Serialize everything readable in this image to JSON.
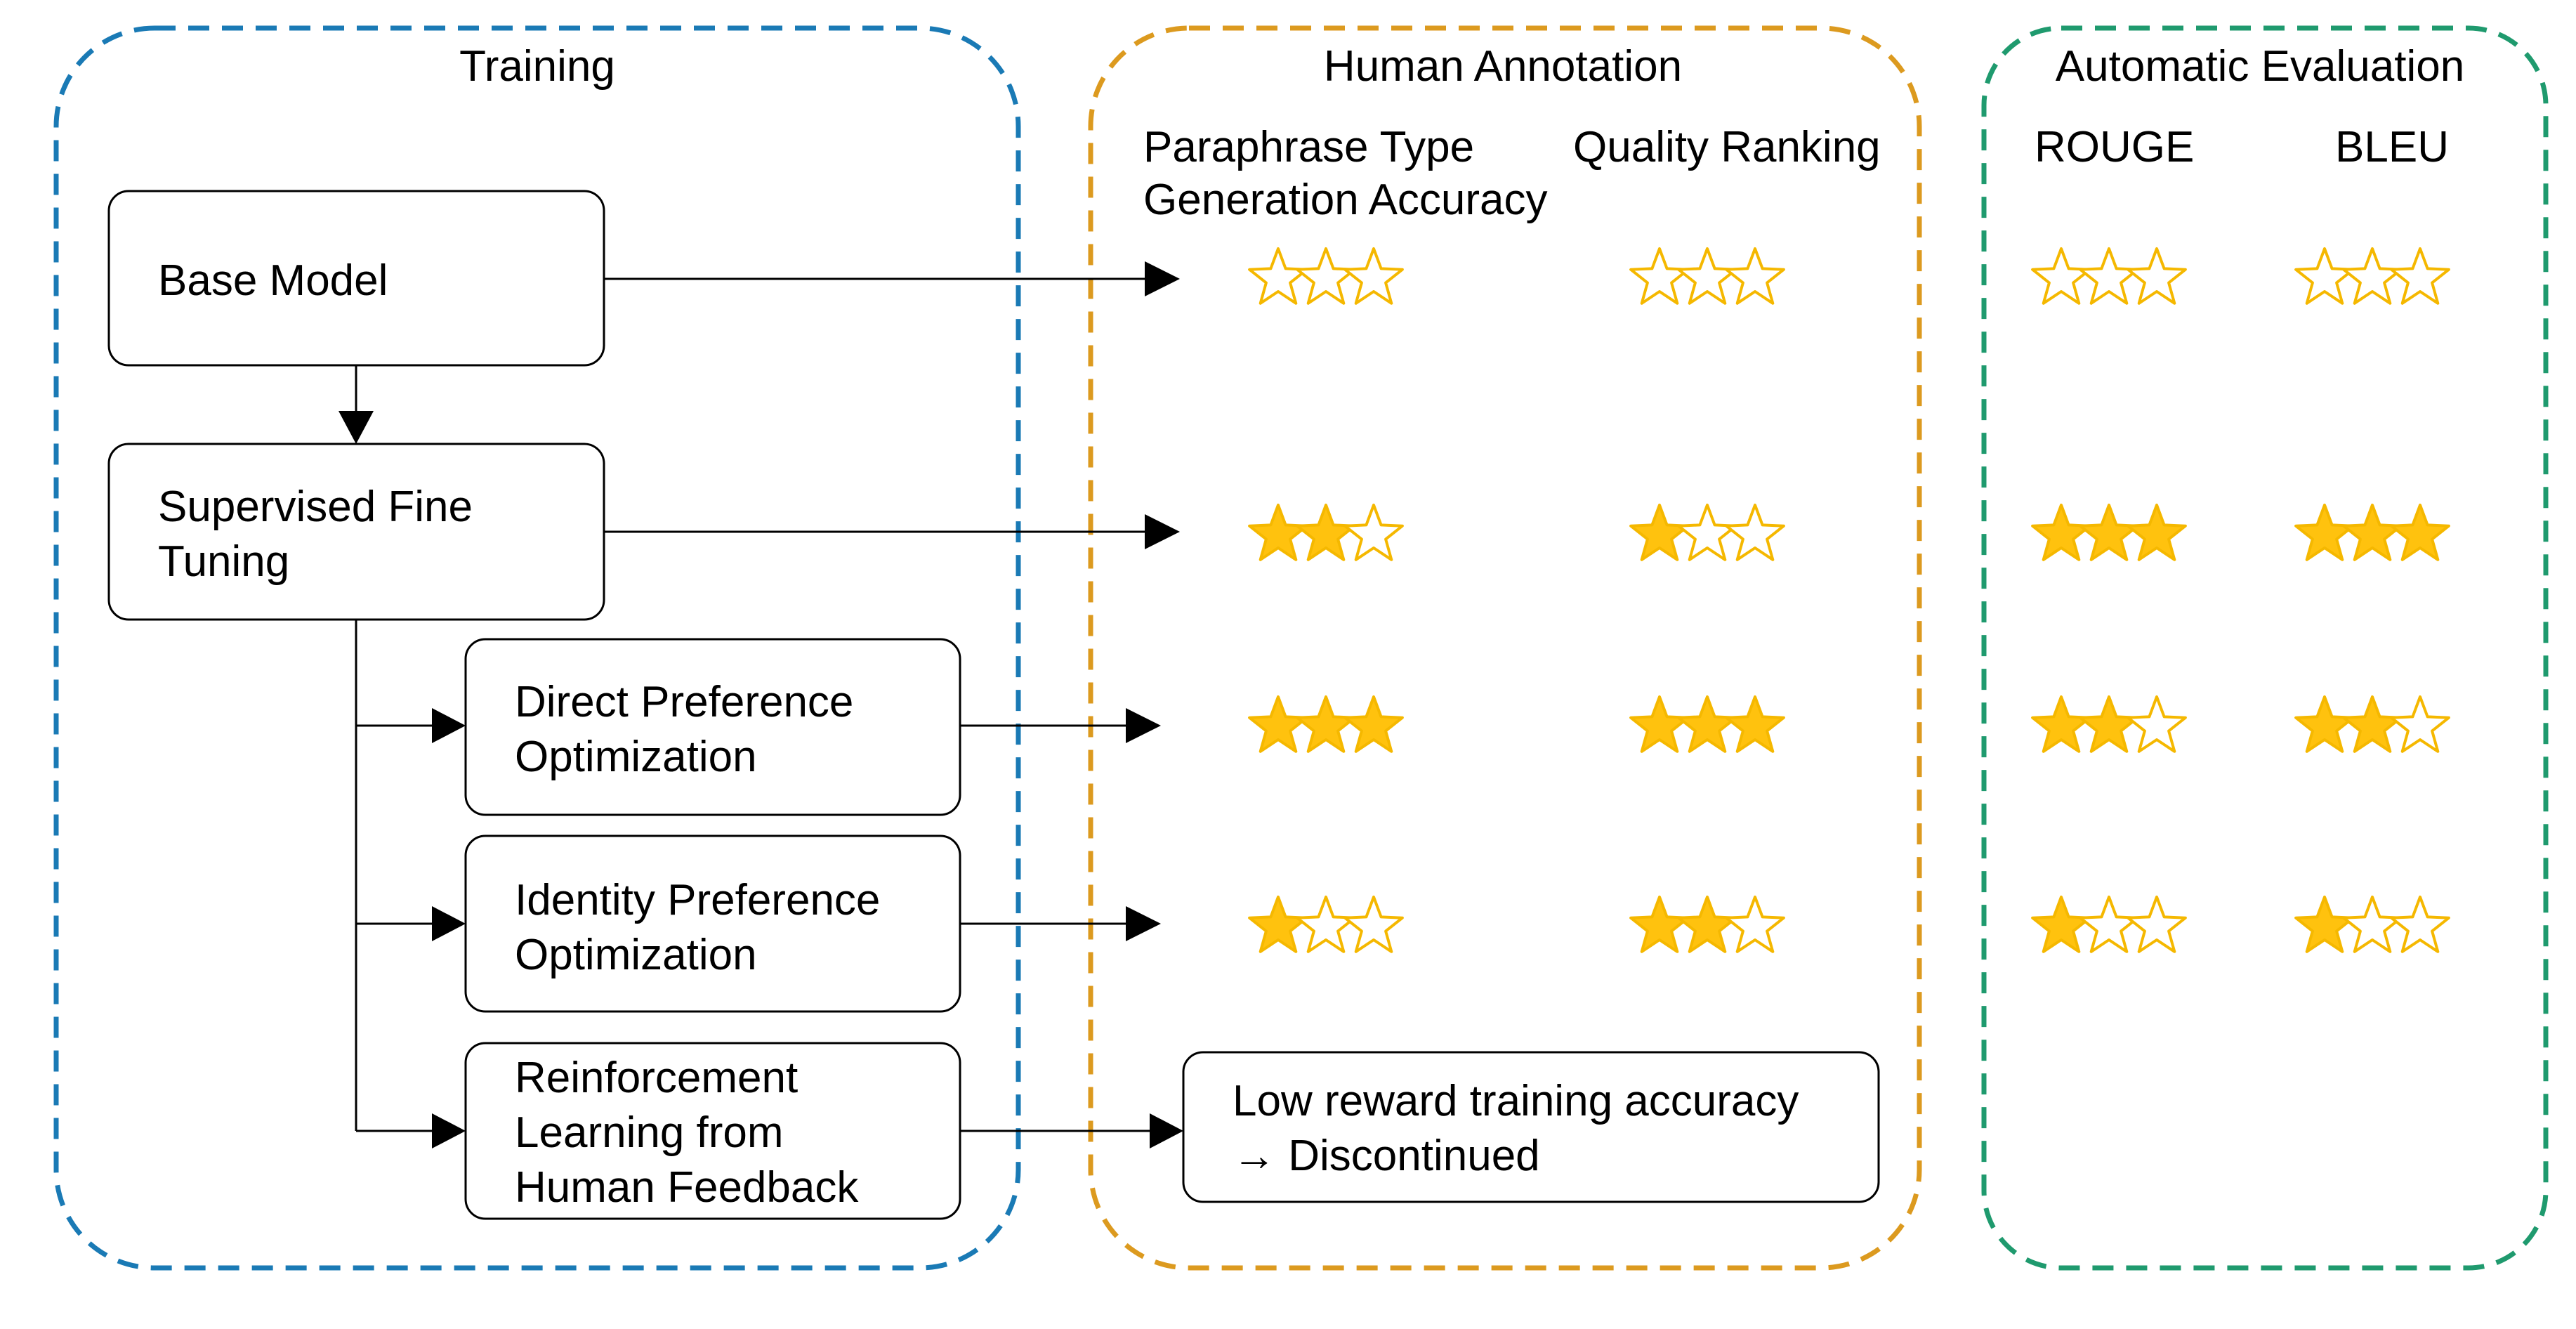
{
  "colors": {
    "training": "#1a7ab5",
    "human_annotation": "#dc9a1f",
    "automatic_evaluation": "#1f9a6e",
    "star_fill": "#ffc20e",
    "star_outline": "#f5b800"
  },
  "groups": {
    "training": {
      "title": "Training"
    },
    "human_annotation": {
      "title": "Human Annotation"
    },
    "automatic_evaluation": {
      "title": "Automatic Evaluation"
    }
  },
  "columns": {
    "paraphrase": [
      "Paraphrase Type",
      "Generation Accuracy"
    ],
    "quality": "Quality Ranking",
    "rouge": "ROUGE",
    "bleu": "BLEU"
  },
  "nodes": {
    "base_model": [
      "Base Model"
    ],
    "sft": [
      "Supervised Fine",
      "Tuning"
    ],
    "dpo": [
      "Direct Preference",
      "Optimization"
    ],
    "ipo": [
      "Identity Preference",
      "Optimization"
    ],
    "rlhf": [
      "Reinforcement",
      "Learning from",
      "Human Feedback"
    ],
    "discontinued": [
      "Low reward training accuracy",
      "→ Discontinued"
    ]
  },
  "max_stars": 3,
  "ratings": [
    {
      "method": "Base Model",
      "paraphrase": 0,
      "quality": 0,
      "rouge": 0,
      "bleu": 0
    },
    {
      "method": "Supervised Fine Tuning",
      "paraphrase": 2,
      "quality": 1,
      "rouge": 3,
      "bleu": 3
    },
    {
      "method": "Direct Preference Optimization",
      "paraphrase": 3,
      "quality": 3,
      "rouge": 2,
      "bleu": 2
    },
    {
      "method": "Identity Preference Optimization",
      "paraphrase": 1,
      "quality": 2,
      "rouge": 1,
      "bleu": 1
    }
  ]
}
